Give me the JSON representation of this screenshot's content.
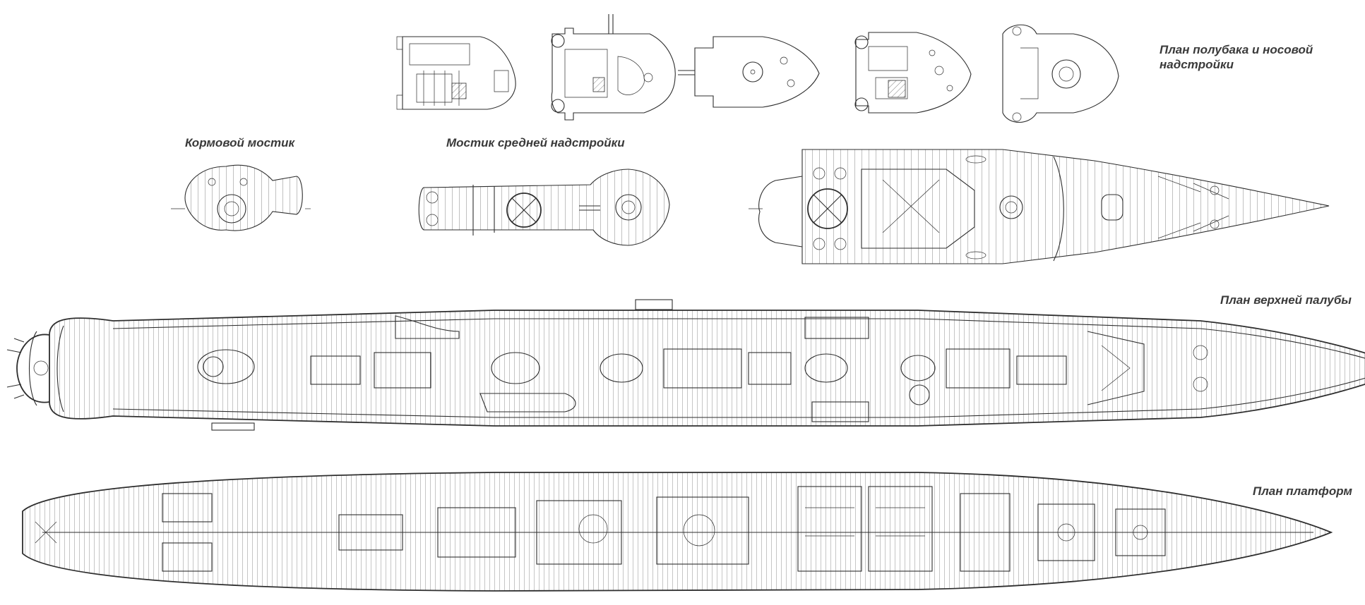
{
  "labels": {
    "forecastle_title_line1": "План полубака и носовой",
    "forecastle_title_line2": "надстройки",
    "aft_bridge": "Кормовой мостик",
    "mid_bridge": "Мостик средней надстройки",
    "upper_deck": "План верхней палубы",
    "platforms": "План платформ"
  },
  "colors": {
    "ink": "#2e2e2e",
    "paper": "#ffffff",
    "label": "#3a3a3a"
  },
  "drawings": [
    "forecastle-superstructure-levels",
    "aft-bridge-plan",
    "mid-superstructure-bridge-plan",
    "forecastle-deck-plan",
    "upper-deck-plan",
    "platforms-plan"
  ]
}
